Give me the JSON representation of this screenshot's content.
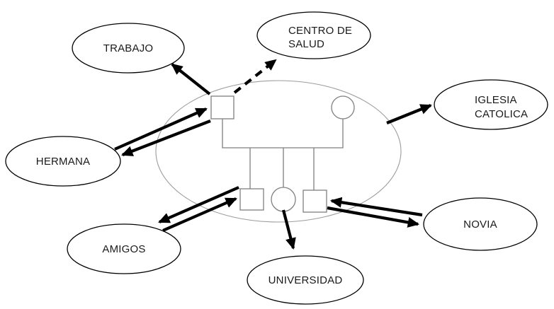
{
  "diagram": {
    "kind": "ecomap-family-social-network",
    "background": "#ffffff",
    "nodes": {
      "trabajo": {
        "label": "TRABAJO"
      },
      "centro_salud": {
        "line1": "CENTRO DE",
        "line2": "SALUD"
      },
      "iglesia": {
        "line1": "IGLESIA",
        "line2": "CATOLICA"
      },
      "hermana": {
        "label": "HERMANA"
      },
      "amigos": {
        "label": "AMIGOS"
      },
      "universidad": {
        "label": "UNIVERSIDAD"
      },
      "novia": {
        "label": "NOVIA"
      }
    },
    "family_genogram": {
      "members": [
        "father-square",
        "mother-circle",
        "child-square",
        "child-circle",
        "child-square"
      ],
      "structure": "parents joined by line with three children hanging from sibling bar"
    },
    "relations": [
      {
        "target": "TRABAJO",
        "line": "solid",
        "direction": "outward-one-way"
      },
      {
        "target": "CENTRO DE SALUD",
        "line": "dashed",
        "direction": "outward-one-way"
      },
      {
        "target": "IGLESIA CATOLICA",
        "line": "solid",
        "direction": "outward-one-way"
      },
      {
        "target": "HERMANA",
        "line": "solid",
        "direction": "two-way-double-arrow"
      },
      {
        "target": "AMIGOS",
        "line": "solid",
        "direction": "two-way-double-arrow"
      },
      {
        "target": "UNIVERSIDAD",
        "line": "solid",
        "direction": "outward-one-way"
      },
      {
        "target": "NOVIA",
        "line": "solid",
        "direction": "two-way-double-arrow"
      }
    ],
    "colors": {
      "arrow": "#000000",
      "node_stroke": "#000000",
      "family_stroke": "#7f7f7f",
      "boundary_stroke": "#9c9c9c",
      "text": "#1a1a1a",
      "background": "#ffffff"
    }
  }
}
